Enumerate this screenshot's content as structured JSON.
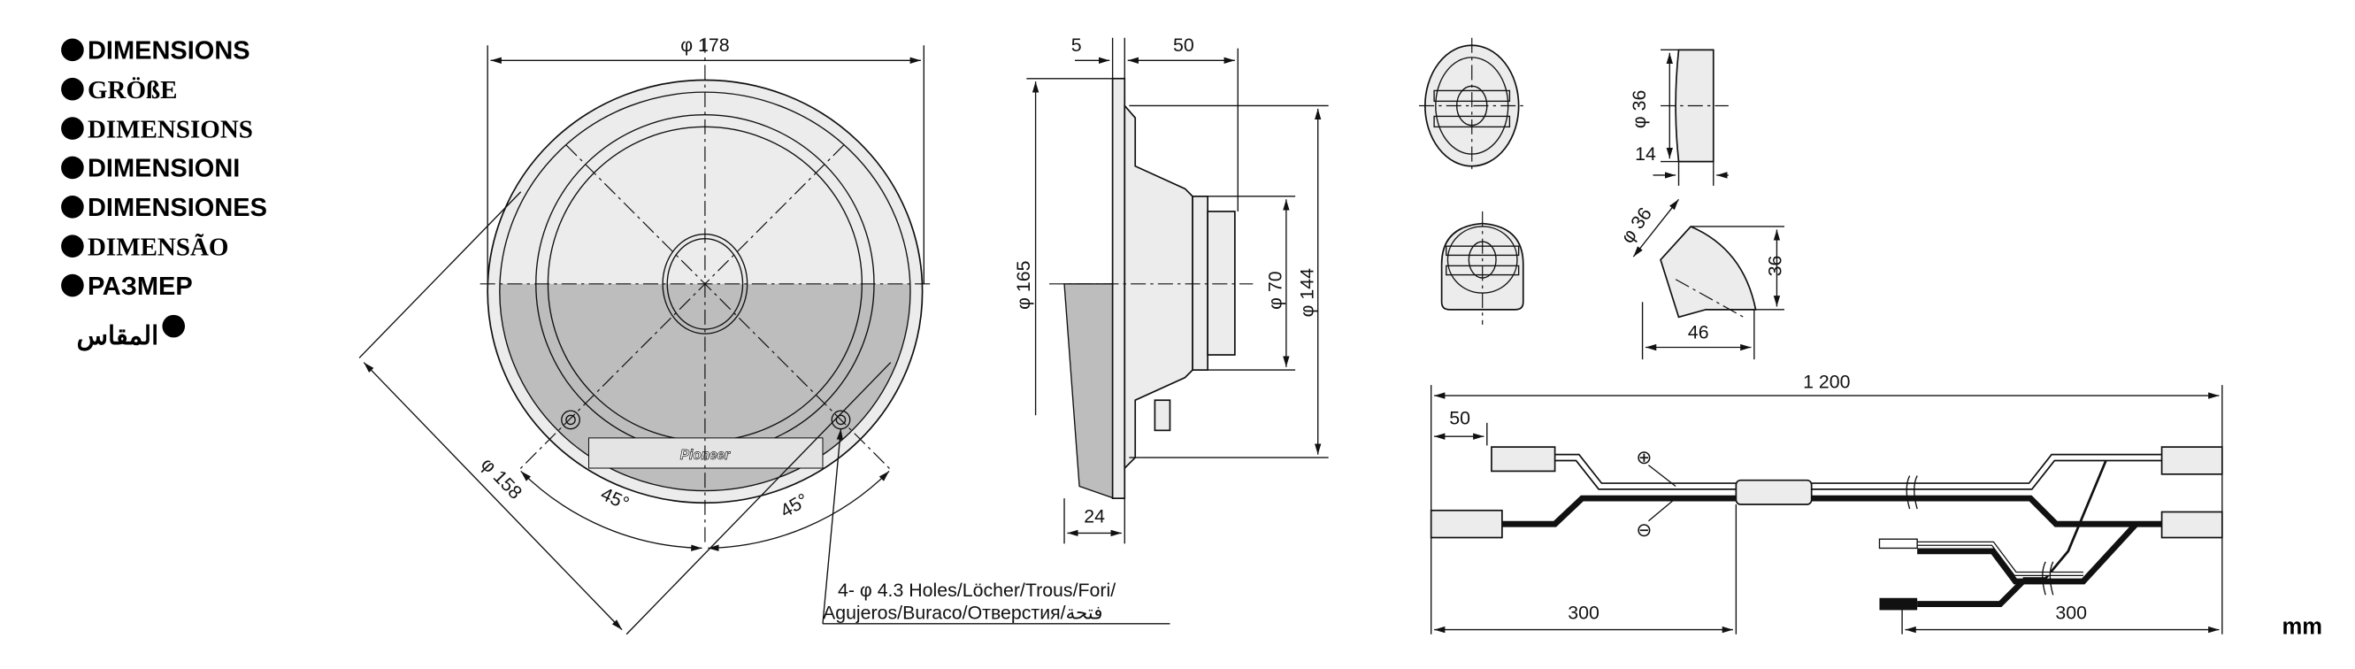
{
  "titles": [
    "DIMENSIONS",
    "GRÖßE",
    "DIMENSIONS",
    "DIMENSIONI",
    "DIMENSIONES",
    "DIMENSÃO",
    "РАЗМЕР",
    "المقاس"
  ],
  "front_view": {
    "outer_diameter": "φ 178",
    "mount_diameter": "φ 158",
    "angle_left": "45°",
    "angle_right": "45°",
    "logo": "Pioneer",
    "holes_line1": "4- φ 4.3 Holes/Löcher/Trous/Fori/",
    "holes_line2": "Agujeros/Buraco/Отверстия/فتحة"
  },
  "side_view": {
    "flange": "5",
    "depth": "50",
    "cutout_diameter": "φ 165",
    "magnet_diameter": "φ 70",
    "basket_diameter": "φ 144",
    "grille_depth": "24"
  },
  "tweeter": {
    "diameter_flush": "φ 36",
    "depth_flush": "14",
    "diameter_angled": "φ 36",
    "height_angled": "36",
    "depth_angled": "46"
  },
  "cable": {
    "total_length": "1 200",
    "lead_length": "50",
    "left_length": "300",
    "right_length": "300",
    "plus_symbol": "⊕",
    "minus_symbol": "⊖"
  },
  "unit": "mm"
}
